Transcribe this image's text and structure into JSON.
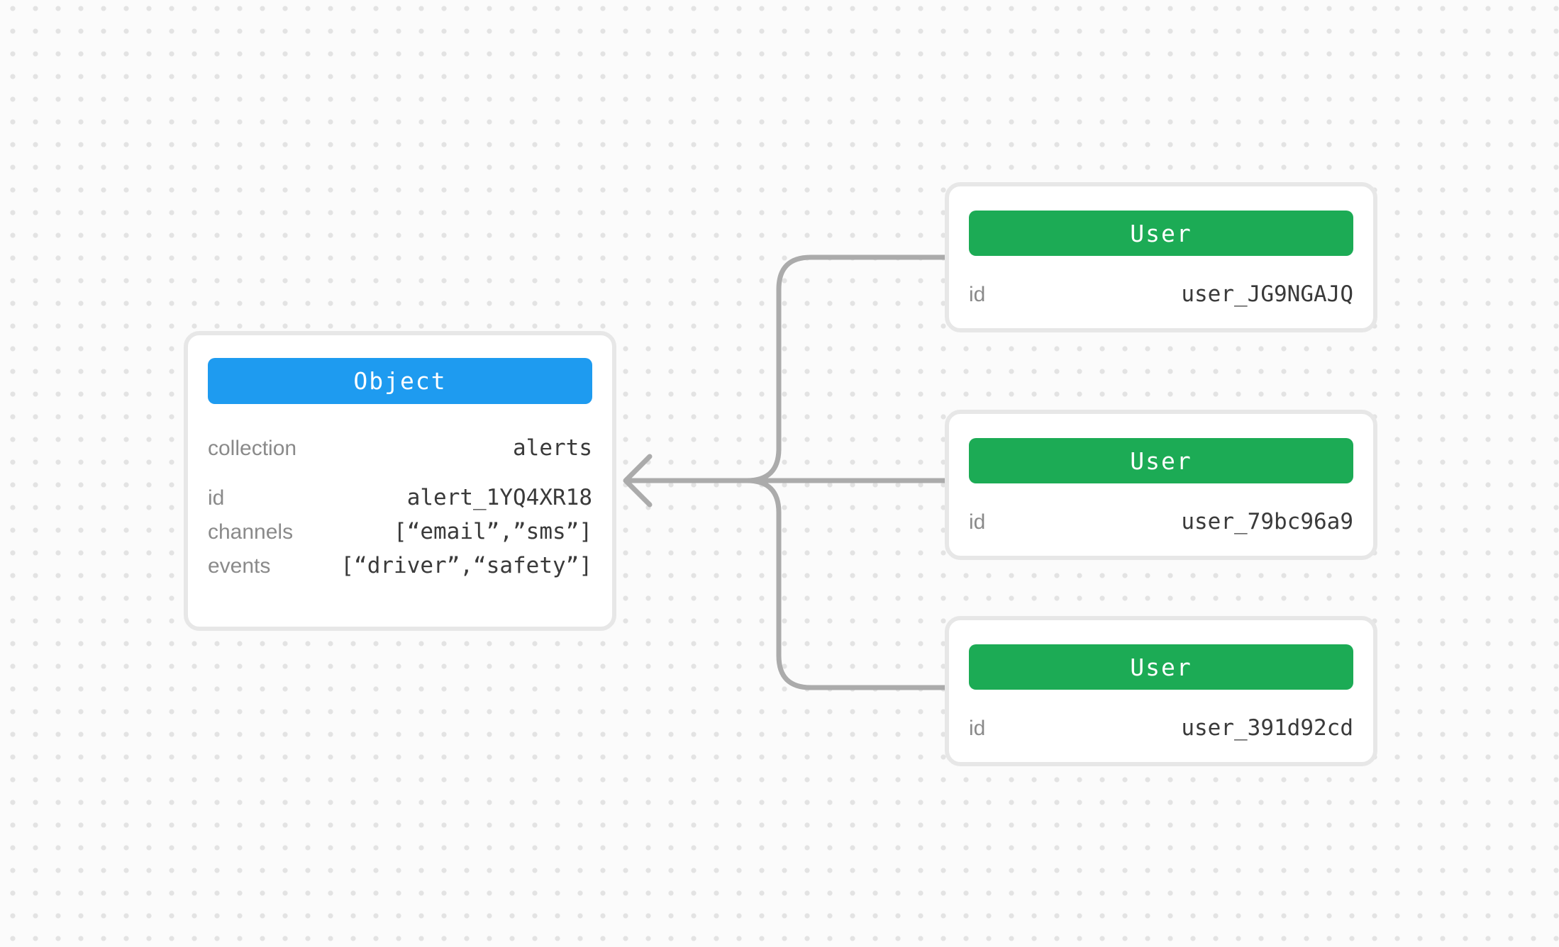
{
  "object_card": {
    "header": "Object",
    "fields": [
      {
        "label": "collection",
        "value": "alerts"
      },
      {
        "label": "id",
        "value": "alert_1YQ4XR18"
      },
      {
        "label": "channels",
        "value": "[“email”,”sms”]"
      },
      {
        "label": "events",
        "value": "[“driver”,“safety”]"
      }
    ]
  },
  "user_cards": [
    {
      "header": "User",
      "fields": [
        {
          "label": "id",
          "value": "user_JG9NGAJQ"
        }
      ]
    },
    {
      "header": "User",
      "fields": [
        {
          "label": "id",
          "value": "user_79bc96a9"
        }
      ]
    },
    {
      "header": "User",
      "fields": [
        {
          "label": "id",
          "value": "user_391d92cd"
        }
      ]
    }
  ],
  "colors": {
    "object_header_bg": "#1E9BF0",
    "user_header_bg": "#1CAB55",
    "header_text": "#FFFFFF",
    "edge": "#ABABAB",
    "label": "#8A8A8A",
    "value": "#3A3A3A",
    "card_border": "#E7E7E7",
    "bg": "#FBFBFB",
    "dot": "#E3E3E3"
  }
}
